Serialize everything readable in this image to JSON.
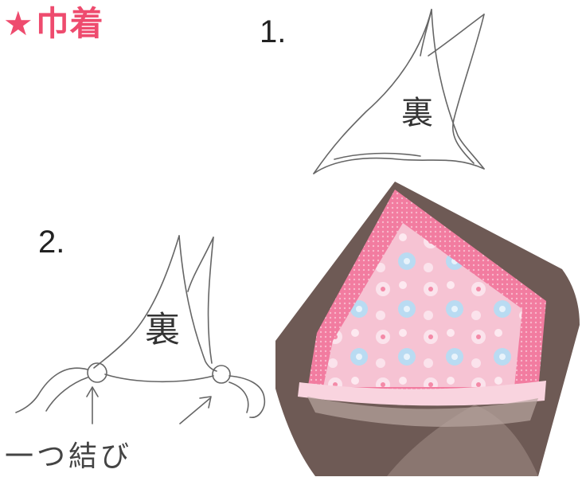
{
  "title": {
    "star": "★",
    "text": "巾着"
  },
  "colors": {
    "accent": "#ee4b6e",
    "pencil": "#555555",
    "fabric_pink": "#f48aa8",
    "fabric_light": "#f7c9d8",
    "flower_blue": "#a9d2ee",
    "backdrop": "#6b5a55"
  },
  "step1": {
    "number": "1.",
    "label": "裏"
  },
  "step2": {
    "number": "2.",
    "label": "裏"
  },
  "caption": "一つ結び"
}
